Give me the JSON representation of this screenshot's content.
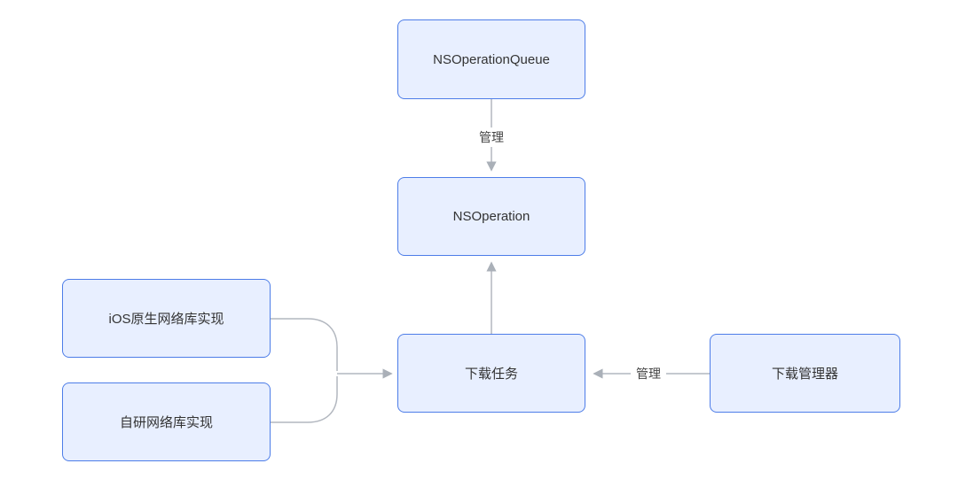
{
  "diagram": {
    "nodes": {
      "nsoperationqueue": {
        "label": "NSOperationQueue"
      },
      "nsoperation": {
        "label": "NSOperation"
      },
      "download_task": {
        "label": "下载任务"
      },
      "ios_native_lib": {
        "label": "iOS原生网络库实现"
      },
      "self_dev_lib": {
        "label": "自研网络库实现"
      },
      "download_manager": {
        "label": "下载管理器"
      }
    },
    "edge_labels": {
      "queue_to_operation": "管理",
      "manager_to_task": "管理"
    },
    "colors": {
      "node_fill": "#e8efff",
      "node_border": "#4d7de8",
      "edge_line": "#b2b7bf",
      "text": "#333333"
    }
  }
}
